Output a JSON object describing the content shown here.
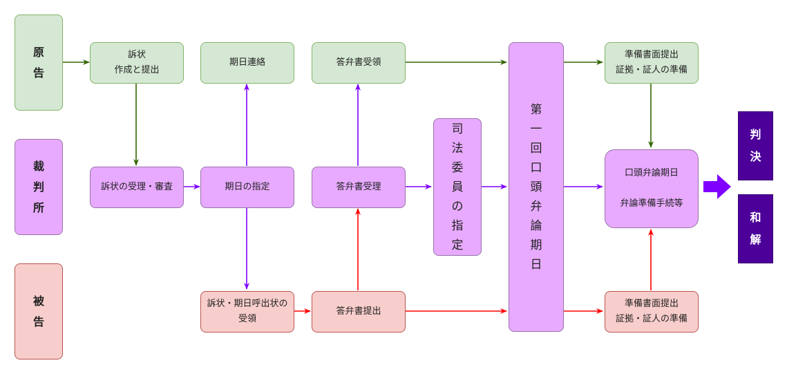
{
  "actors": {
    "plaintiff": "原告",
    "court": "裁判所",
    "defendant": "被告"
  },
  "nodes": {
    "complaint_filing": "訴状\n作成と提出",
    "date_notice": "期日連絡",
    "answer_receive_plaintiff": "答弁書受領",
    "prep_plaintiff": "準備書面提出\n証拠・証人の準備",
    "complaint_review": "訴状の受理・審査",
    "date_designation": "期日の指定",
    "answer_accept": "答弁書受理",
    "judicial_commissioner": "司法委員の指定",
    "first_hearing": "第一回口頭弁論期日",
    "hearing_dates": "口頭弁論期日\n\n弁論準備手続等",
    "complaint_summons_receive": "訴状・期日呼出状の\n受領",
    "answer_submit": "答弁書提出",
    "prep_defendant": "準備書面提出\n証拠・証人の準備"
  },
  "results": {
    "judgment": "判決",
    "settlement": "和解"
  },
  "colors": {
    "green_arrow": "#336600",
    "purple_arrow": "#7f00ff",
    "red_arrow": "#ff0000",
    "result_fill": "#4c0099",
    "big_arrow": "#7f00ff"
  }
}
